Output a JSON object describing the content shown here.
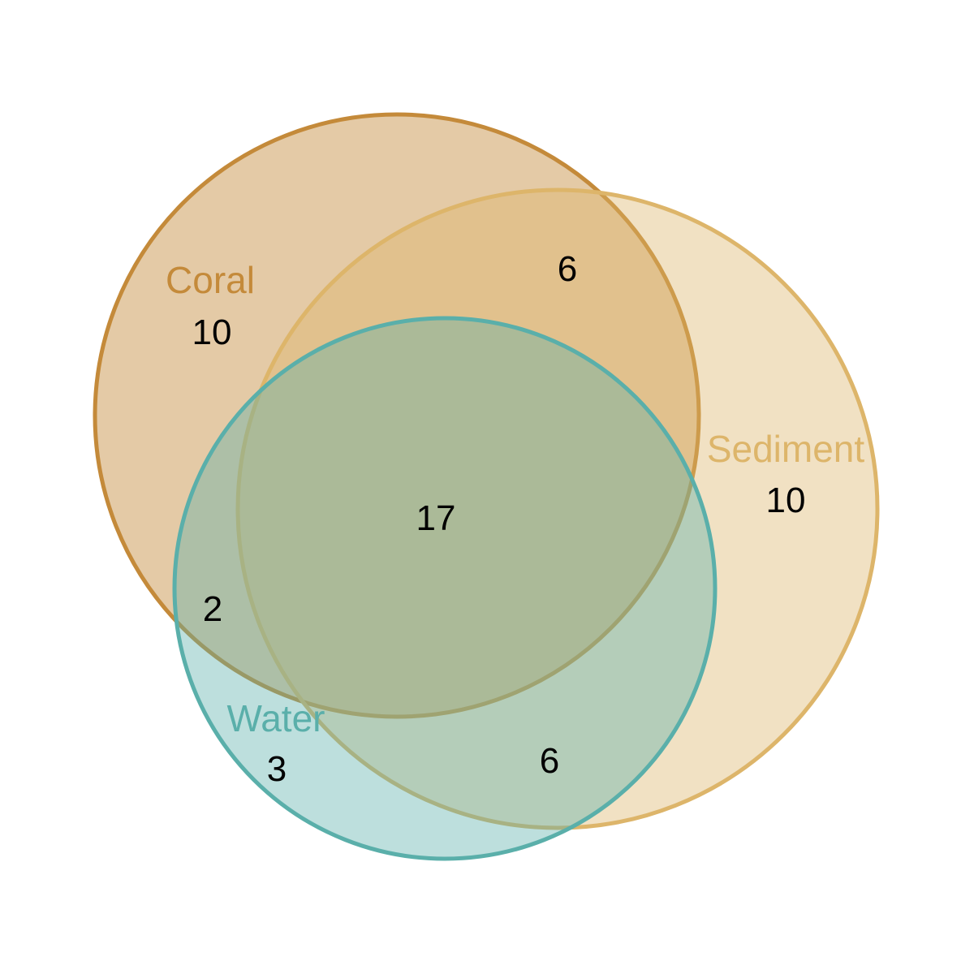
{
  "sets": [
    {
      "key": "coral",
      "label": "Coral",
      "color": "#C48A3A",
      "fill": "#C48A3A"
    },
    {
      "key": "sediment",
      "label": "Sediment",
      "color": "#DDB56A",
      "fill": "#DDB56A"
    },
    {
      "key": "water",
      "label": "Water",
      "color": "#5AAFAA",
      "fill": "#5AAFAA"
    }
  ],
  "regions": [
    {
      "key": "coral_only",
      "sets": [
        "Coral"
      ],
      "count": 10
    },
    {
      "key": "sediment_only",
      "sets": [
        "Sediment"
      ],
      "count": 10
    },
    {
      "key": "water_only",
      "sets": [
        "Water"
      ],
      "count": 3
    },
    {
      "key": "coral_sediment",
      "sets": [
        "Coral",
        "Sediment"
      ],
      "count": 6
    },
    {
      "key": "sediment_water",
      "sets": [
        "Sediment",
        "Water"
      ],
      "count": 6
    },
    {
      "key": "coral_water",
      "sets": [
        "Coral",
        "Water"
      ],
      "count": 2
    },
    {
      "key": "all_three",
      "sets": [
        "Coral",
        "Sediment",
        "Water"
      ],
      "count": 17
    }
  ]
}
